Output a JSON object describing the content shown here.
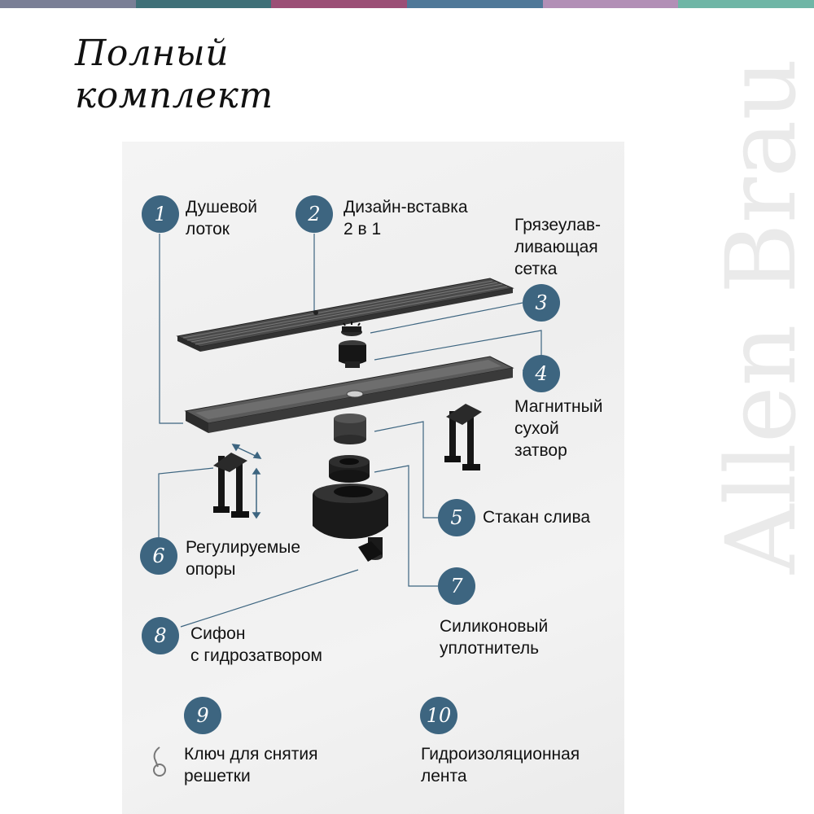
{
  "header": {
    "stripe_colors": [
      "#7a7f96",
      "#3f7078",
      "#9b4f76",
      "#4f7898",
      "#b28fb6",
      "#6fb6a6"
    ],
    "title_line1": "Полный",
    "title_line2": "комплект"
  },
  "watermark": "Allen Brau",
  "badge_color": "#3d6580",
  "items": [
    {
      "num": "1",
      "line1": "Душевой",
      "line2": "лоток"
    },
    {
      "num": "2",
      "line1": "Дизайн-вставка",
      "line2": "2 в 1"
    },
    {
      "num": "3",
      "line1": "Грязеулав-",
      "line2": "ливающая",
      "line3": "сетка"
    },
    {
      "num": "4",
      "line1": "Магнитный",
      "line2": "сухой",
      "line3": "затвор"
    },
    {
      "num": "5",
      "line1": "Стакан слива"
    },
    {
      "num": "6",
      "line1": "Регулируемые",
      "line2": "опоры"
    },
    {
      "num": "7",
      "line1": "Силиконовый",
      "line2": "уплотнитель"
    },
    {
      "num": "8",
      "line1": "Сифон",
      "line2": "с гидрозатвором"
    },
    {
      "num": "9",
      "line1": "Ключ для снятия",
      "line2": "решетки"
    },
    {
      "num": "10",
      "line1": "Гидроизоляционная",
      "line2": "лента"
    }
  ]
}
